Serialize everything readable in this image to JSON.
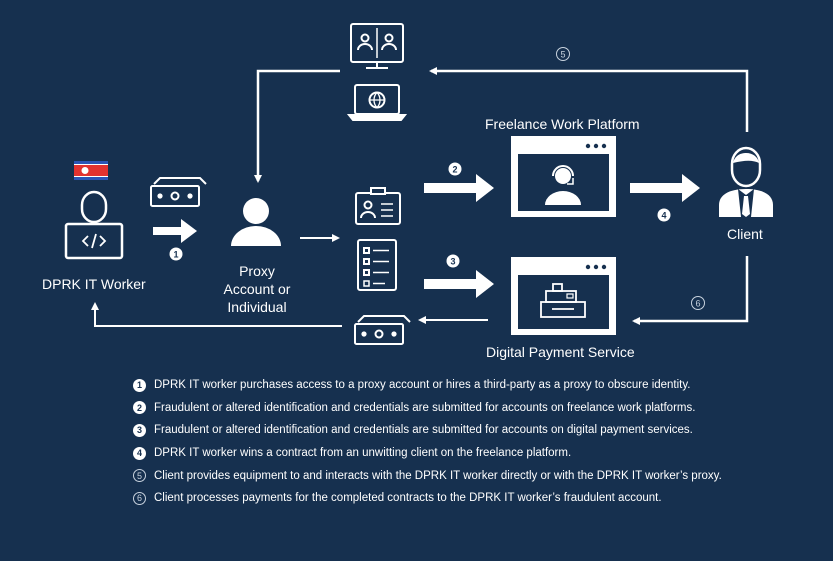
{
  "labels": {
    "worker": "DPRK IT Worker",
    "proxy_line1": "Proxy",
    "proxy_line2": "Account or",
    "proxy_line3": "Individual",
    "freelance": "Freelance Work Platform",
    "payment": "Digital Payment Service",
    "client": "Client"
  },
  "steps": [
    {
      "num": "1",
      "style": "filled",
      "text": "DPRK IT worker purchases access to a proxy account or hires a third-party as a proxy to obscure identity."
    },
    {
      "num": "2",
      "style": "filled",
      "text": "Fraudulent or altered identification and credentials are submitted for accounts on freelance work platforms."
    },
    {
      "num": "3",
      "style": "filled",
      "text": "Fraudulent or altered identification and credentials are submitted for accounts on digital payment services."
    },
    {
      "num": "4",
      "style": "filled",
      "text": "DPRK IT worker wins a contract from an unwitting client on the freelance platform."
    },
    {
      "num": "5",
      "style": "outline",
      "text": "Client provides equipment to and interacts with the DPRK IT worker directly or with the DPRK IT worker’s proxy."
    },
    {
      "num": "6",
      "style": "outline",
      "text": "Client processes payments for the completed contracts to the DPRK IT worker’s fraudulent account."
    }
  ],
  "colors": {
    "background": "#16304f",
    "foreground": "#ffffff",
    "flag_blue": "#2b55b5",
    "flag_red": "#e3322f"
  },
  "icons": [
    "flag-icon",
    "worker-laptop-icon",
    "cash-icon",
    "proxy-person-icon",
    "video-call-monitor-icon",
    "globe-laptop-icon",
    "id-card-icon",
    "checklist-document-icon",
    "freelance-platform-window-icon",
    "payment-window-icon",
    "client-businessman-icon"
  ]
}
